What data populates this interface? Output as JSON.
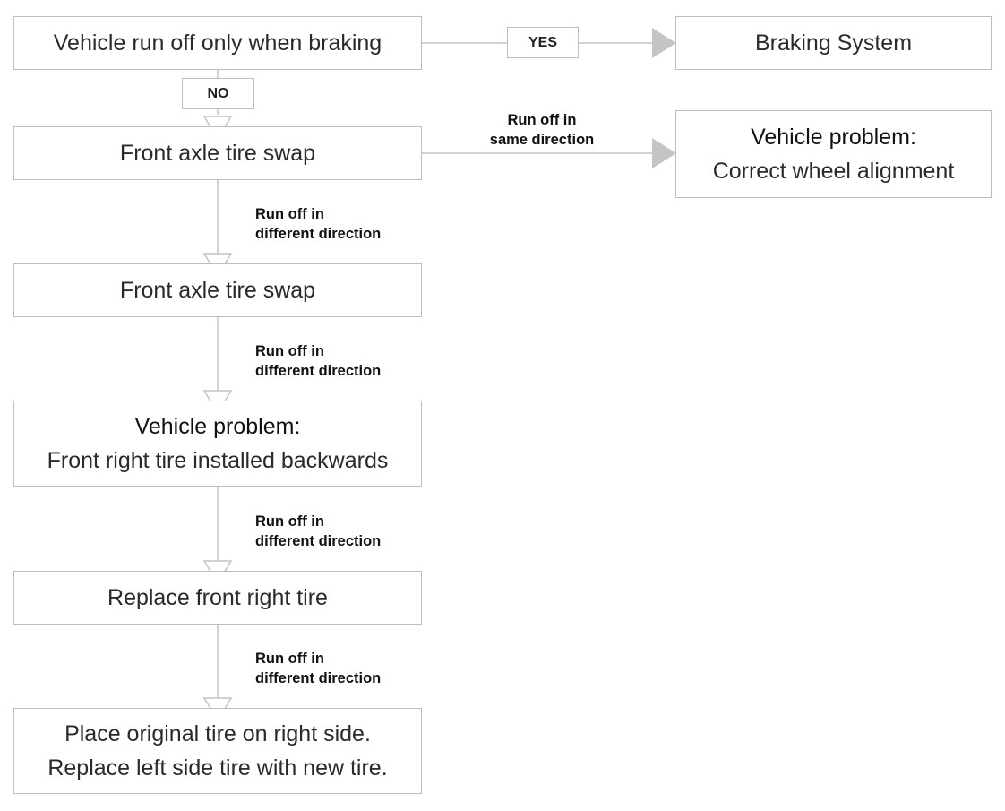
{
  "nodes": {
    "start": {
      "line1": "Vehicle run off only when braking"
    },
    "braking": {
      "line1": "Braking System"
    },
    "swap1": {
      "line1": "Front axle tire swap"
    },
    "alignment": {
      "title": "Vehicle problem:",
      "line1": "Correct wheel alignment"
    },
    "swap2": {
      "line1": "Front axle tire swap"
    },
    "backwards": {
      "title": "Vehicle problem:",
      "line1": "Front right tire installed backwards"
    },
    "replace": {
      "line1": "Replace front right tire"
    },
    "final": {
      "line1": "Place original tire on right side.",
      "line2": "Replace left side tire with new tire."
    }
  },
  "edges": {
    "yes_label": "YES",
    "no_label": "NO",
    "same_direction": {
      "line1": "Run off in",
      "line2": "same direction"
    },
    "different_1": {
      "line1": "Run off in",
      "line2": "different direction"
    },
    "different_2": {
      "line1": "Run off in",
      "line2": "different direction"
    },
    "different_3": {
      "line1": "Run off in",
      "line2": "different direction"
    },
    "different_4": {
      "line1": "Run off in",
      "line2": "different direction"
    }
  },
  "colors": {
    "line": "#c4c4c4",
    "border": "#bdbdbd",
    "arrow_fill": "#c4c4c4",
    "text": "#222222"
  }
}
